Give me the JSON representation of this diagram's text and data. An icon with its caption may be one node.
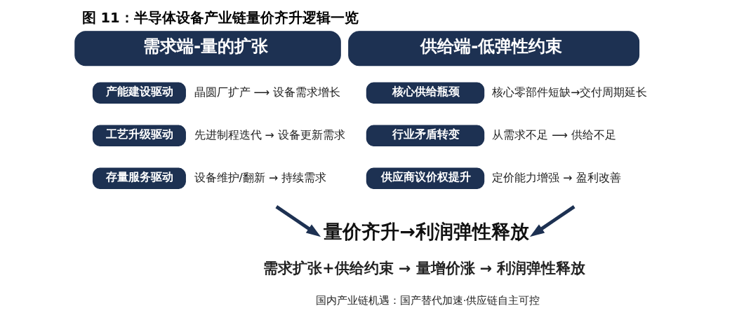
{
  "diagram": {
    "title": "图 11：半导体设备产业链量价齐升逻辑一览",
    "nodes": [
      {
        "text": [
          "需求端-量的扩张"
        ]
      },
      {
        "text": [
          "产能建设驱动"
        ],
        "beside": [
          "晶圆厂扩产 ⟶ 设备需求增长"
        ]
      },
      {
        "text": [
          "工艺升级驱动"
        ],
        "beside": [
          "先进制程迭代 → 设备更新需求"
        ]
      },
      {
        "text": [
          "存量服务驱动"
        ],
        "beside": [
          "设备维护/翻新 → 持续需求"
        ]
      },
      {
        "text": [
          "供给端-低弹性约束"
        ]
      },
      {
        "text": [
          "核心供给瓶颈"
        ],
        "beside": [
          "核心零部件短缺→交付周期延长"
        ]
      },
      {
        "text": [
          "行业矛盾转变"
        ],
        "beside": [
          "从需求不足 ⟶ 供给不足"
        ]
      },
      {
        "text": [
          "供应商议价权提升"
        ],
        "beside": [
          "定价能力增强 → 盈利改善"
        ]
      },
      {
        "text": [
          "量价齐升→利润弹性释放"
        ]
      }
    ],
    "edges": [
      {
        "from": null,
        "to": 8,
        "arrow": "to"
      },
      {
        "from": null,
        "to": 8,
        "arrow": "to"
      }
    ],
    "labels": [
      "需求扩张+供给约束 → 量增价涨 → 利润弹性释放",
      "国内产业链机遇：国产替代加速·供应链自主可控"
    ]
  }
}
